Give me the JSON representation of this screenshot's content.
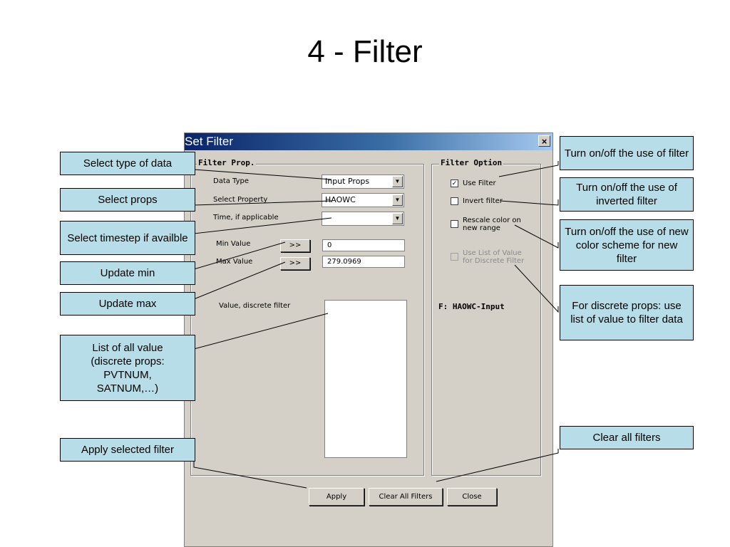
{
  "slide": {
    "title": "4 - Filter"
  },
  "dialog": {
    "title": "Set Filter",
    "close_label": "×",
    "filter_prop": {
      "heading": "Filter Prop.",
      "data_type_label": "Data Type",
      "data_type_value": "Input Props",
      "select_property_label": "Select Property",
      "select_property_value": "HAOWC",
      "time_label": "Time, if applicable",
      "time_value": "",
      "min_label": "Min Value",
      "min_button": ">>",
      "min_value": "0",
      "max_label": "Max Value",
      "max_button": ">>",
      "max_value": "279.0969",
      "discrete_label": "Value, discrete filter"
    },
    "filter_option": {
      "heading": "Filter Option",
      "use_filter": "Use Filter",
      "use_filter_checked": true,
      "invert_filter": "Invert filter",
      "rescale_line1": "Rescale color on",
      "rescale_line2": "new range",
      "list_line1": "Use List of Value",
      "list_line2": "for Discrete Filter",
      "status": "F: HAOWC-Input"
    },
    "buttons": {
      "apply": "Apply",
      "clear_all": "Clear All Filters",
      "close": "Close"
    }
  },
  "callouts": {
    "select_type": "Select type of data",
    "select_props": "Select props",
    "select_timestep": "Select timestep if availble",
    "update_min": "Update min",
    "update_max": "Update max",
    "list_values": "List of all value (discrete props: PVTNUM, SATNUM,…)",
    "apply_filter": "Apply selected filter",
    "toggle_filter": "Turn on/off the use of filter",
    "toggle_inverted": "Turn on/off the use of inverted filter",
    "toggle_color": "Turn on/off the use of new color scheme for new filter",
    "discrete_props": "For discrete props: use list of value to filter data",
    "clear_filters": "Clear all filters"
  },
  "colors": {
    "callout_fill": "#b7dde8",
    "titlebar_start": "#0a246a",
    "titlebar_end": "#a6caf0",
    "dialog_bg": "#d4d0c8"
  }
}
